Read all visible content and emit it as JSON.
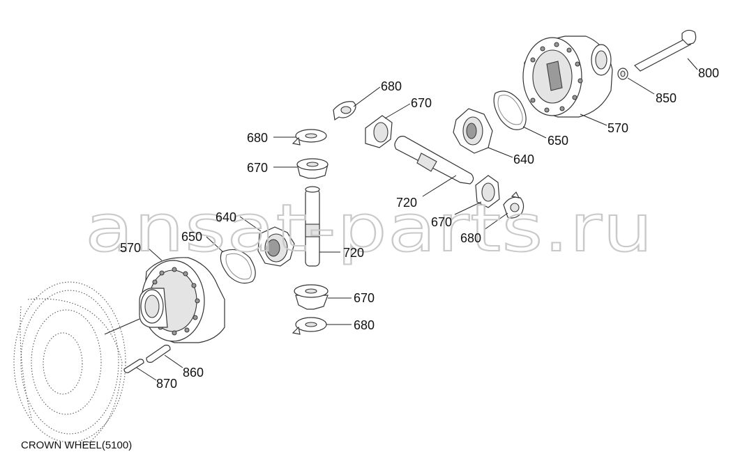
{
  "watermark": "ansat-parts.ru",
  "caption": "CROWN WHEEL(5100)",
  "callouts": {
    "c680a": "680",
    "c670a": "670",
    "c680b": "680",
    "c670b": "670",
    "c640a": "640",
    "c650a": "650",
    "c570a": "570",
    "c720a": "720",
    "c670c": "670",
    "c680c": "680",
    "c860": "860",
    "c870": "870",
    "c720b": "720",
    "c670d": "670",
    "c680d": "680",
    "c640b": "640",
    "c650b": "650",
    "c570b": "570",
    "c850": "850",
    "c800": "800"
  }
}
